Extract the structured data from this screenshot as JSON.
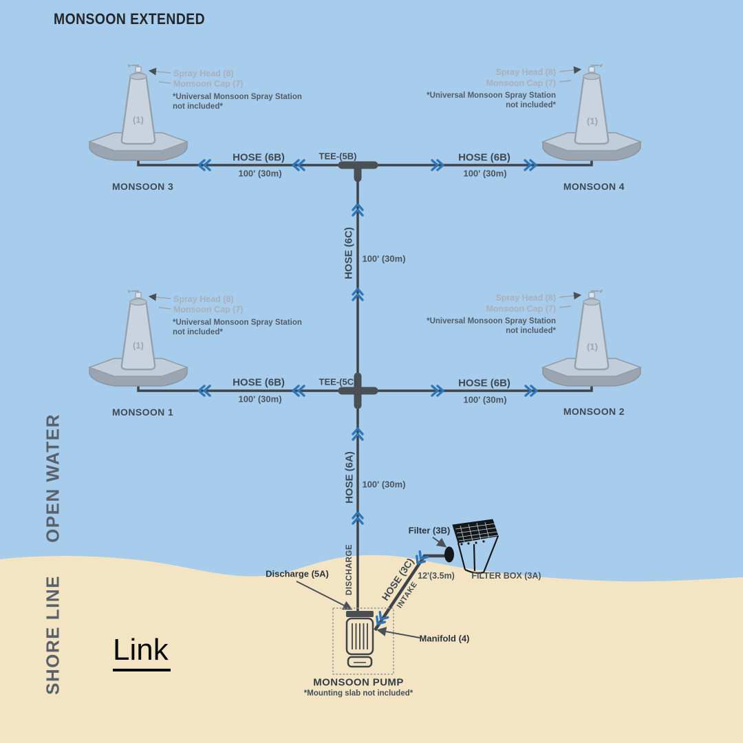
{
  "title": "MONSOON EXTENDED",
  "zones": {
    "open_water": "OPEN WATER",
    "shore_line": "SHORE LINE"
  },
  "link": {
    "label": "Link"
  },
  "stations": [
    {
      "name": "MONSOON 3",
      "unit_label": "(1)",
      "spray_head": "Spray Head (8)",
      "cap": "Monsoon Cap (7)",
      "note_line1": "*Universal Monsoon Spray Station",
      "note_line2": "not included*"
    },
    {
      "name": "MONSOON 4",
      "unit_label": "(1)",
      "spray_head": "Spray Head (8)",
      "cap": "Monsoon Cap (7)",
      "note_line1": "*Universal Monsoon Spray Station",
      "note_line2": "not included*"
    },
    {
      "name": "MONSOON 1",
      "unit_label": "(1)",
      "spray_head": "Spray Head (8)",
      "cap": "Monsoon Cap (7)",
      "note_line1": "*Universal Monsoon Spray Station",
      "note_line2": "not included*"
    },
    {
      "name": "MONSOON 2",
      "unit_label": "(1)",
      "spray_head": "Spray Head (8)",
      "cap": "Monsoon Cap (7)",
      "note_line1": "*Universal Monsoon Spray Station",
      "note_line2": "not included*"
    }
  ],
  "hoses": {
    "hose_6b_label": "HOSE (6B)",
    "hose_6b_length": "100' (30m)",
    "hose_6c_label": "HOSE (6C)",
    "hose_6c_length": "100' (30m)",
    "hose_6a_label": "HOSE (6A)",
    "hose_6a_length": "100' (30m)",
    "hose_3c_label": "HOSE (3C)",
    "hose_3c_length": "12'(3.5m)"
  },
  "tees": {
    "tee_5b": "TEE-(5B)",
    "tee_5c": "TEE-(5C)"
  },
  "pump": {
    "name": "MONSOON PUMP",
    "note": "*Mounting slab not included*",
    "discharge_label": "Discharge (5A)",
    "discharge_pipe": "DISCHARGE",
    "intake_pipe": "INTAKE",
    "manifold_label": "Manifold (4)"
  },
  "filter": {
    "filter_label": "Filter (3B)",
    "box_label": "FILTER BOX (3A)"
  },
  "colors": {
    "water": "#a8cdec",
    "sand": "#f3e4c4",
    "pipe": "#3f4448",
    "flow_arrow": "#2d76b8",
    "float_gray": "#9aa5b1",
    "label_dark": "#2b333b"
  }
}
